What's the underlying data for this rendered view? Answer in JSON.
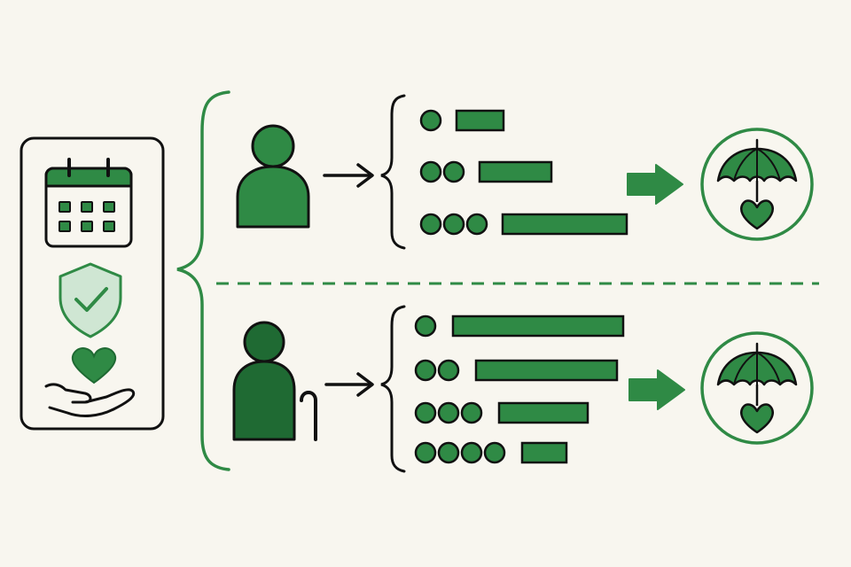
{
  "palette": {
    "background": "#f8f6ef",
    "ink": "#111111",
    "green": "#2f8a45",
    "dark_green": "#1f6a33",
    "shield_fill": "#cfe6d3"
  },
  "sidebar": {
    "icons": [
      "calendar-icon",
      "shield-check-icon",
      "heart-in-hand-icon"
    ]
  },
  "groups": [
    {
      "person": "adult-person-icon",
      "tiers": [
        {
          "dots": 1,
          "bar_level": 0.38
        },
        {
          "dots": 2,
          "bar_level": 0.58
        },
        {
          "dots": 3,
          "bar_level": 1.0
        }
      ],
      "outcome": "umbrella-heart-icon"
    },
    {
      "person": "elderly-person-with-cane-icon",
      "tiers": [
        {
          "dots": 1,
          "bar_level": 1.0
        },
        {
          "dots": 2,
          "bar_level": 0.83
        },
        {
          "dots": 3,
          "bar_level": 0.52
        },
        {
          "dots": 4,
          "bar_level": 0.26
        }
      ],
      "outcome": "umbrella-heart-icon"
    }
  ],
  "divider": "dashed"
}
